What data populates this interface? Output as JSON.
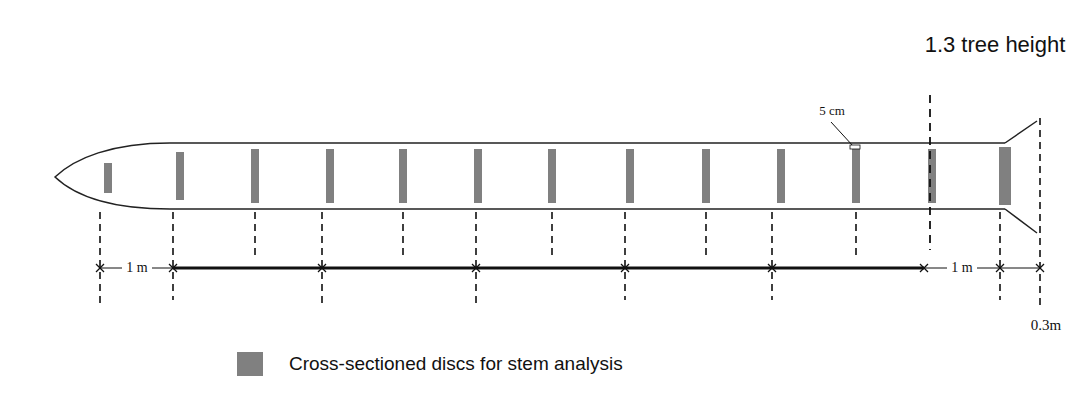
{
  "diagram": {
    "labels": [
      "1.3 tree height",
      "5 cm",
      "1 m",
      "1 m",
      "0.3m"
    ],
    "legend": [
      {
        "text": "Cross-sectioned discs for stem analysis",
        "color": "#808080"
      }
    ]
  }
}
